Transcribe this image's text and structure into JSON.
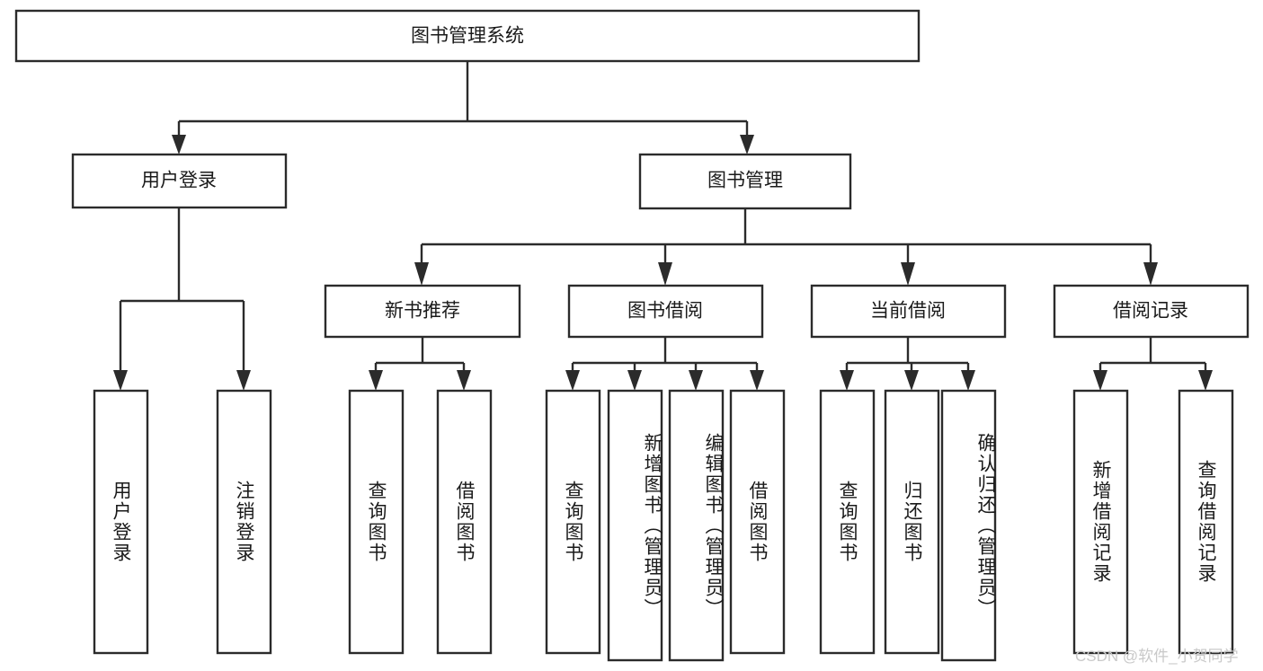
{
  "diagram": {
    "title": "图书管理系统",
    "type": "tree-hierarchy",
    "root": {
      "label": "图书管理系统"
    },
    "level1": [
      {
        "label": "用户登录"
      },
      {
        "label": "图书管理"
      }
    ],
    "level2": [
      {
        "label": "新书推荐",
        "parent": "图书管理"
      },
      {
        "label": "图书借阅",
        "parent": "图书管理"
      },
      {
        "label": "当前借阅",
        "parent": "图书管理"
      },
      {
        "label": "借阅记录",
        "parent": "图书管理"
      }
    ],
    "leaves": {
      "user_login": [
        {
          "label": "用户登录"
        },
        {
          "label": "注销登录"
        }
      ],
      "new_book_recommend": [
        {
          "label": "查询图书"
        },
        {
          "label": "借阅图书"
        }
      ],
      "book_borrow": [
        {
          "label": "查询图书"
        },
        {
          "label": "新增图书（管理员）"
        },
        {
          "label": "编辑图书（管理员）"
        },
        {
          "label": "借阅图书"
        }
      ],
      "current_borrow": [
        {
          "label": "查询图书"
        },
        {
          "label": "归还图书"
        },
        {
          "label": "确认归还（管理员）"
        }
      ],
      "borrow_record": [
        {
          "label": "新增借阅记录"
        },
        {
          "label": "查询借阅记录"
        }
      ]
    },
    "watermark": "CSDN @软件_小贺同学",
    "colors": {
      "stroke": "#2b2b2b",
      "fill": "#ffffff",
      "text": "#1a1a1a",
      "watermark": "#c9c9c9",
      "background": "#ffffff"
    }
  }
}
